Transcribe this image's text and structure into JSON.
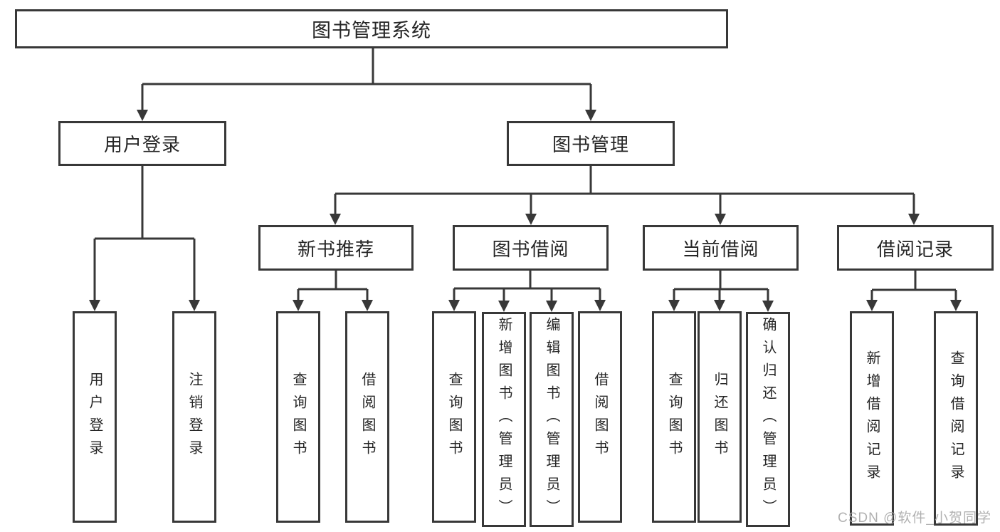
{
  "title": "图书管理系统",
  "branches": {
    "user_login": {
      "label": "用户登录",
      "children": [
        {
          "label": "用户登录"
        },
        {
          "label": "注销登录"
        }
      ]
    },
    "book_management": {
      "label": "图书管理",
      "sections": [
        {
          "label": "新书推荐",
          "children": [
            {
              "label": "查询图书"
            },
            {
              "label": "借阅图书"
            }
          ]
        },
        {
          "label": "图书借阅",
          "children": [
            {
              "label": "查询图书"
            },
            {
              "label": "新增图书（管理员）"
            },
            {
              "label": "编辑图书（管理员）"
            },
            {
              "label": "借阅图书"
            }
          ]
        },
        {
          "label": "当前借阅",
          "children": [
            {
              "label": "查询图书"
            },
            {
              "label": "归还图书"
            },
            {
              "label": "确认归还（管理员）"
            }
          ]
        },
        {
          "label": "借阅记录",
          "children": [
            {
              "label": "新增借阅记录"
            },
            {
              "label": "查询借阅记录"
            }
          ]
        }
      ]
    }
  },
  "watermark": "CSDN @软件_小贺同学",
  "colors": {
    "line": "#383838",
    "text": "#262626",
    "box_background": "#ffffff",
    "watermark": "#aaaaaa"
  }
}
